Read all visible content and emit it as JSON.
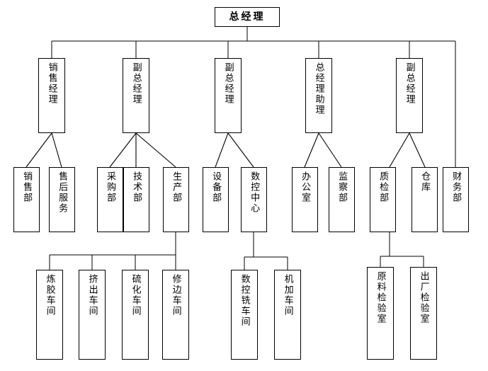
{
  "diagram": {
    "type": "organization-chart",
    "title_node": "总经理",
    "background_color": "#ffffff",
    "line_color": "#000000",
    "text_color": "#000000",
    "levels": [
      {
        "level": 1,
        "nodes": [
          {
            "id": "gm",
            "label": "总经理",
            "orientation": "horizontal"
          }
        ]
      },
      {
        "level": 2,
        "nodes": [
          {
            "id": "sales_mgr",
            "label": "销售经理",
            "orientation": "vertical"
          },
          {
            "id": "dgm1",
            "label": "副总经理",
            "orientation": "vertical"
          },
          {
            "id": "dgm2",
            "label": "副总经理",
            "orientation": "vertical"
          },
          {
            "id": "gm_asst",
            "label": "总经理助理",
            "orientation": "vertical"
          },
          {
            "id": "dgm3",
            "label": "副总经理",
            "orientation": "vertical"
          }
        ]
      },
      {
        "level": 3,
        "nodes": [
          {
            "id": "sales_dept",
            "label": "销售部",
            "orientation": "vertical"
          },
          {
            "id": "after_sales",
            "label": "售后服务",
            "orientation": "vertical"
          },
          {
            "id": "purchasing",
            "label": "采购部",
            "orientation": "vertical"
          },
          {
            "id": "technology",
            "label": "技术部",
            "orientation": "vertical"
          },
          {
            "id": "production",
            "label": "生产部",
            "orientation": "vertical"
          },
          {
            "id": "equipment",
            "label": "设备部",
            "orientation": "vertical"
          },
          {
            "id": "cnc_center",
            "label": "数控中心",
            "orientation": "vertical"
          },
          {
            "id": "office",
            "label": "办公室",
            "orientation": "vertical"
          },
          {
            "id": "supervision",
            "label": "监察部",
            "orientation": "vertical"
          },
          {
            "id": "quality",
            "label": "质检部",
            "orientation": "vertical"
          },
          {
            "id": "warehouse",
            "label": "仓库",
            "orientation": "vertical"
          },
          {
            "id": "finance",
            "label": "财务部",
            "orientation": "vertical"
          }
        ]
      },
      {
        "level": 4,
        "nodes": [
          {
            "id": "mixing",
            "label": "炼胶车间",
            "orientation": "vertical"
          },
          {
            "id": "extrusion",
            "label": "挤出车间",
            "orientation": "vertical"
          },
          {
            "id": "vulcanizing",
            "label": "硫化车间",
            "orientation": "vertical"
          },
          {
            "id": "trimming",
            "label": "修边车间",
            "orientation": "vertical"
          },
          {
            "id": "cnc_mill",
            "label": "数控铣车间",
            "orientation": "vertical"
          },
          {
            "id": "machining",
            "label": "机加车间",
            "orientation": "vertical"
          },
          {
            "id": "raw_inspect",
            "label": "原料检验室",
            "orientation": "vertical"
          },
          {
            "id": "final_inspect",
            "label": "出厂检验室",
            "orientation": "vertical"
          }
        ]
      }
    ],
    "relations": [
      {
        "parent": "gm",
        "children": [
          "sales_mgr",
          "dgm1",
          "dgm2",
          "gm_asst",
          "dgm3",
          "finance"
        ]
      },
      {
        "parent": "sales_mgr",
        "children": [
          "sales_dept",
          "after_sales"
        ]
      },
      {
        "parent": "dgm1",
        "children": [
          "purchasing",
          "technology",
          "production"
        ]
      },
      {
        "parent": "dgm2",
        "children": [
          "equipment",
          "cnc_center"
        ]
      },
      {
        "parent": "gm_asst",
        "children": [
          "office",
          "supervision"
        ]
      },
      {
        "parent": "dgm3",
        "children": [
          "quality",
          "warehouse"
        ]
      },
      {
        "parent": "production",
        "children": [
          "mixing",
          "extrusion",
          "vulcanizing",
          "trimming"
        ]
      },
      {
        "parent": "cnc_center",
        "children": [
          "cnc_mill",
          "machining"
        ]
      },
      {
        "parent": "quality",
        "children": [
          "raw_inspect",
          "final_inspect"
        ]
      }
    ]
  }
}
